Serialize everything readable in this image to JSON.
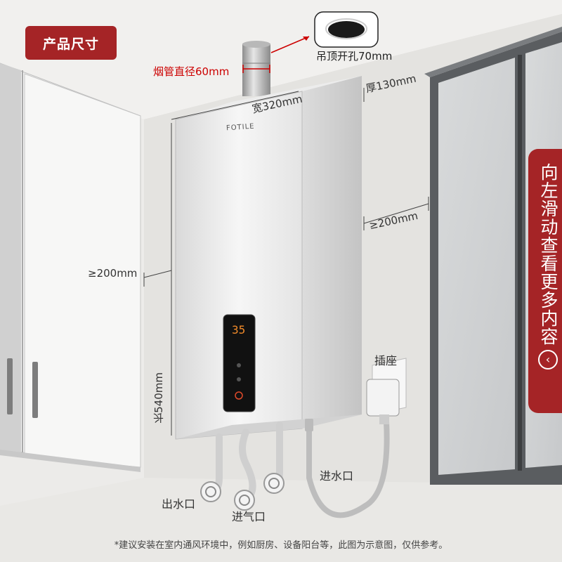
{
  "badge_label": "产品尺寸",
  "dimensions": {
    "flue_diameter": "烟管直径60mm",
    "ceiling_hole": "吊顶开孔70mm",
    "depth": "厚130mm",
    "width": "宽320mm",
    "clearance_right": "≥200mm",
    "clearance_left": "≥200mm",
    "length": "长540mm"
  },
  "brand": "FOTILE",
  "display_reading": "35",
  "connections": {
    "socket": "插座",
    "water_inlet": "进水口",
    "water_outlet": "出水口",
    "gas_inlet": "进气口"
  },
  "slide_hint": "向左滑动查看更多内容",
  "slide_icon": "chevron-left-circle-icon",
  "footnote": "*建议安装在室内通风环境中，例如厨房、设备阳台等，此图为示意图，仅供参考。",
  "colors": {
    "accent": "#a52426",
    "display_digits": "#f08a2a"
  }
}
